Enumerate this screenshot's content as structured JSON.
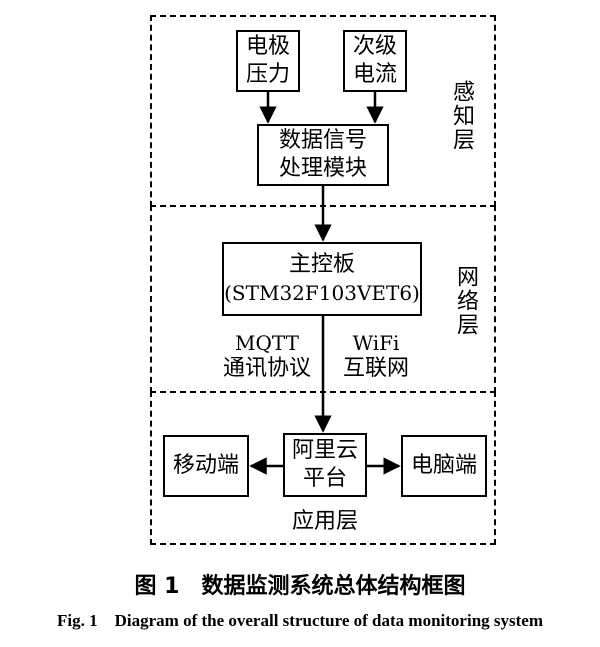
{
  "layers": {
    "perception": "感知层",
    "network": "网络层",
    "application": "应用层"
  },
  "boxes": {
    "electrode_pressure": [
      "电极",
      "压力"
    ],
    "secondary_current": [
      "次级",
      "电流"
    ],
    "signal_module": [
      "数据信号",
      "处理模块"
    ],
    "main_board": [
      "主控板",
      "(STM32F103VET6)"
    ],
    "aliyun": [
      "阿里云",
      "平台"
    ],
    "mobile": "移动端",
    "pc": "电脑端"
  },
  "edge_labels": {
    "mqtt": [
      "MQTT",
      "通讯协议"
    ],
    "wifi": [
      "WiFi",
      "互联网"
    ]
  },
  "caption": {
    "cn": "图 1　数据监测系统总体结构框图",
    "en": "Fig. 1　Diagram of the overall structure of data monitoring system"
  }
}
